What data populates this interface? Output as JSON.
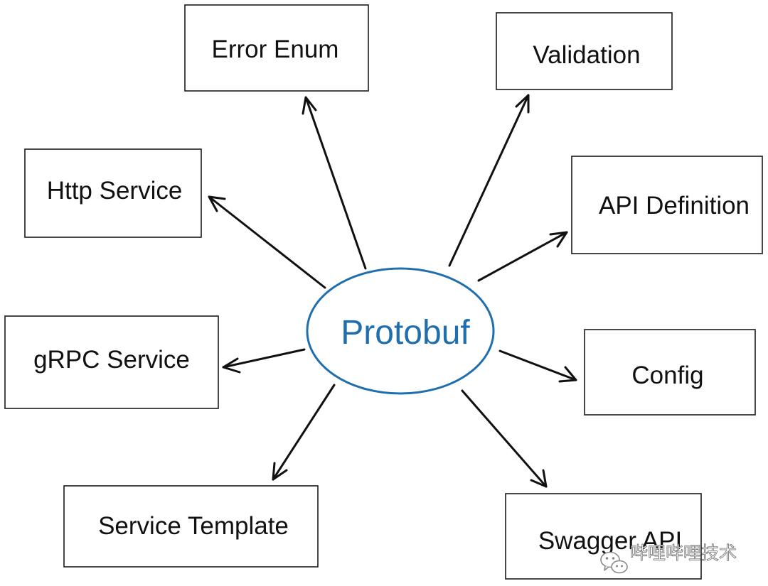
{
  "center": {
    "label": "Protobuf",
    "color": "#1f6fae"
  },
  "nodes": [
    {
      "id": "error-enum",
      "label": "Error Enum"
    },
    {
      "id": "validation",
      "label": "Validation"
    },
    {
      "id": "http-service",
      "label": "Http Service"
    },
    {
      "id": "api-definition",
      "label": "API Definition"
    },
    {
      "id": "grpc-service",
      "label": "gRPC Service"
    },
    {
      "id": "config",
      "label": "Config"
    },
    {
      "id": "service-template",
      "label": "Service Template"
    },
    {
      "id": "swagger-api",
      "label": "Swagger API"
    }
  ],
  "edges": [
    {
      "from": "protobuf",
      "to": "error-enum"
    },
    {
      "from": "protobuf",
      "to": "validation"
    },
    {
      "from": "protobuf",
      "to": "http-service"
    },
    {
      "from": "protobuf",
      "to": "api-definition"
    },
    {
      "from": "protobuf",
      "to": "grpc-service"
    },
    {
      "from": "protobuf",
      "to": "config"
    },
    {
      "from": "protobuf",
      "to": "service-template"
    },
    {
      "from": "protobuf",
      "to": "swagger-api"
    }
  ],
  "watermark": {
    "text": "哔哩哔哩技术",
    "icon": "wechat-icon"
  }
}
